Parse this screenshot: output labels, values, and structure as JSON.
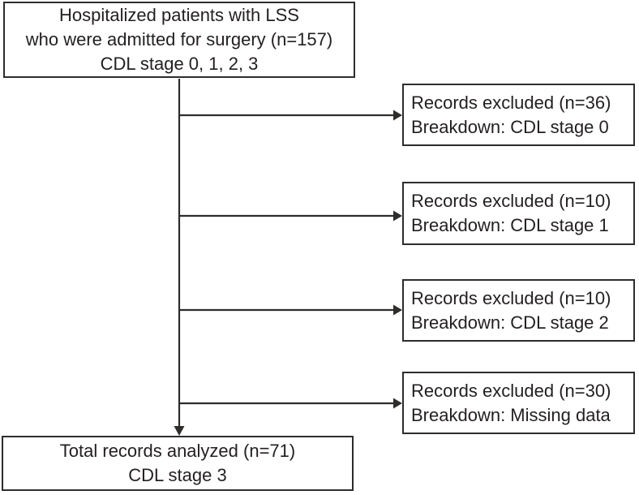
{
  "diagram": {
    "type": "flowchart",
    "top_box": {
      "lines": [
        "Hospitalized patients with LSS",
        "who were admitted for surgery (n=157)",
        "CDL stage 0, 1, 2, 3"
      ]
    },
    "exclusion_boxes": [
      {
        "line1": "Records excluded (n=36)",
        "line2": "Breakdown: CDL stage 0"
      },
      {
        "line1": "Records excluded (n=10)",
        "line2": "Breakdown: CDL stage 1"
      },
      {
        "line1": "Records excluded (n=10)",
        "line2": "Breakdown: CDL stage 2"
      },
      {
        "line1": "Records excluded (n=30)",
        "line2": "Breakdown: Missing data"
      }
    ],
    "bottom_box": {
      "lines": [
        "Total records analyzed (n=71)",
        "CDL stage 3"
      ]
    },
    "counts": {
      "total_admitted": 157,
      "excluded_cdl_stage_0": 36,
      "excluded_cdl_stage_1": 10,
      "excluded_cdl_stage_2": 10,
      "excluded_missing_data": 30,
      "analyzed": 71
    },
    "colors": {
      "border": "#2e2d2c",
      "text": "#231f20",
      "line": "#2e2d2c",
      "background": "#ffffff"
    }
  }
}
